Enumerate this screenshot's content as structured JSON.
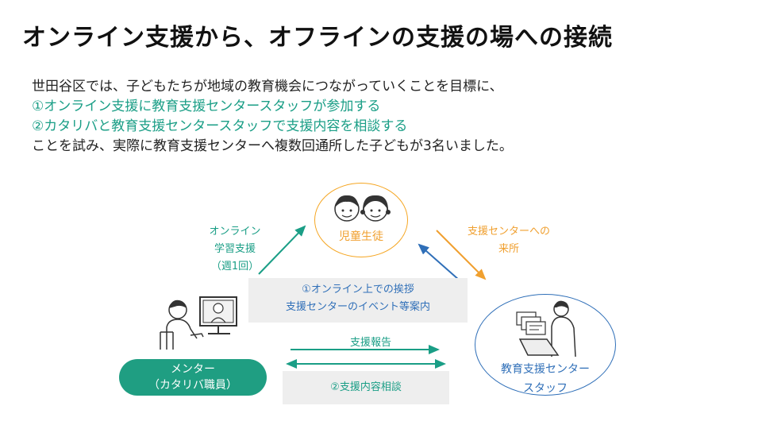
{
  "title": "オンライン支援から、オフラインの支援の場への接続",
  "intro": {
    "line1": "世田谷区では、子どもたちが地域の教育機会につながっていくことを目標に、",
    "line2": "①オンライン支援に教育支援センタースタッフが参加する",
    "line3": "②カタリバと教育支援センタースタッフで支援内容を相談する",
    "line4": "ことを試み、実際に教育支援センターへ複数回通所した子どもが3名いました。"
  },
  "diagram": {
    "children_label": "児童生徒",
    "center_label_1": "教育支援センター",
    "center_label_2": "スタッフ",
    "mentor_label_1": "メンター",
    "mentor_label_2": "（カタリバ職員）",
    "online_label_1": "オンライン",
    "online_label_2": "学習支援",
    "online_label_3": "（週1回）",
    "visit_label_1": "支援センターへの",
    "visit_label_2": "来所",
    "box1_line1": "①オンライン上での挨拶",
    "box1_line2": "支援センターのイベント等案内",
    "report_label": "支援報告",
    "box2_label": "②支援内容相談"
  },
  "colors": {
    "teal": "#1a9e86",
    "orange": "#f0a030",
    "blue": "#2f6fb8",
    "mentor_fill": "#1f9e82",
    "gray_box": "#eeeeee"
  },
  "icons": [
    "children-icon",
    "mentor-at-computer-icon",
    "staff-at-laptop-icon"
  ]
}
